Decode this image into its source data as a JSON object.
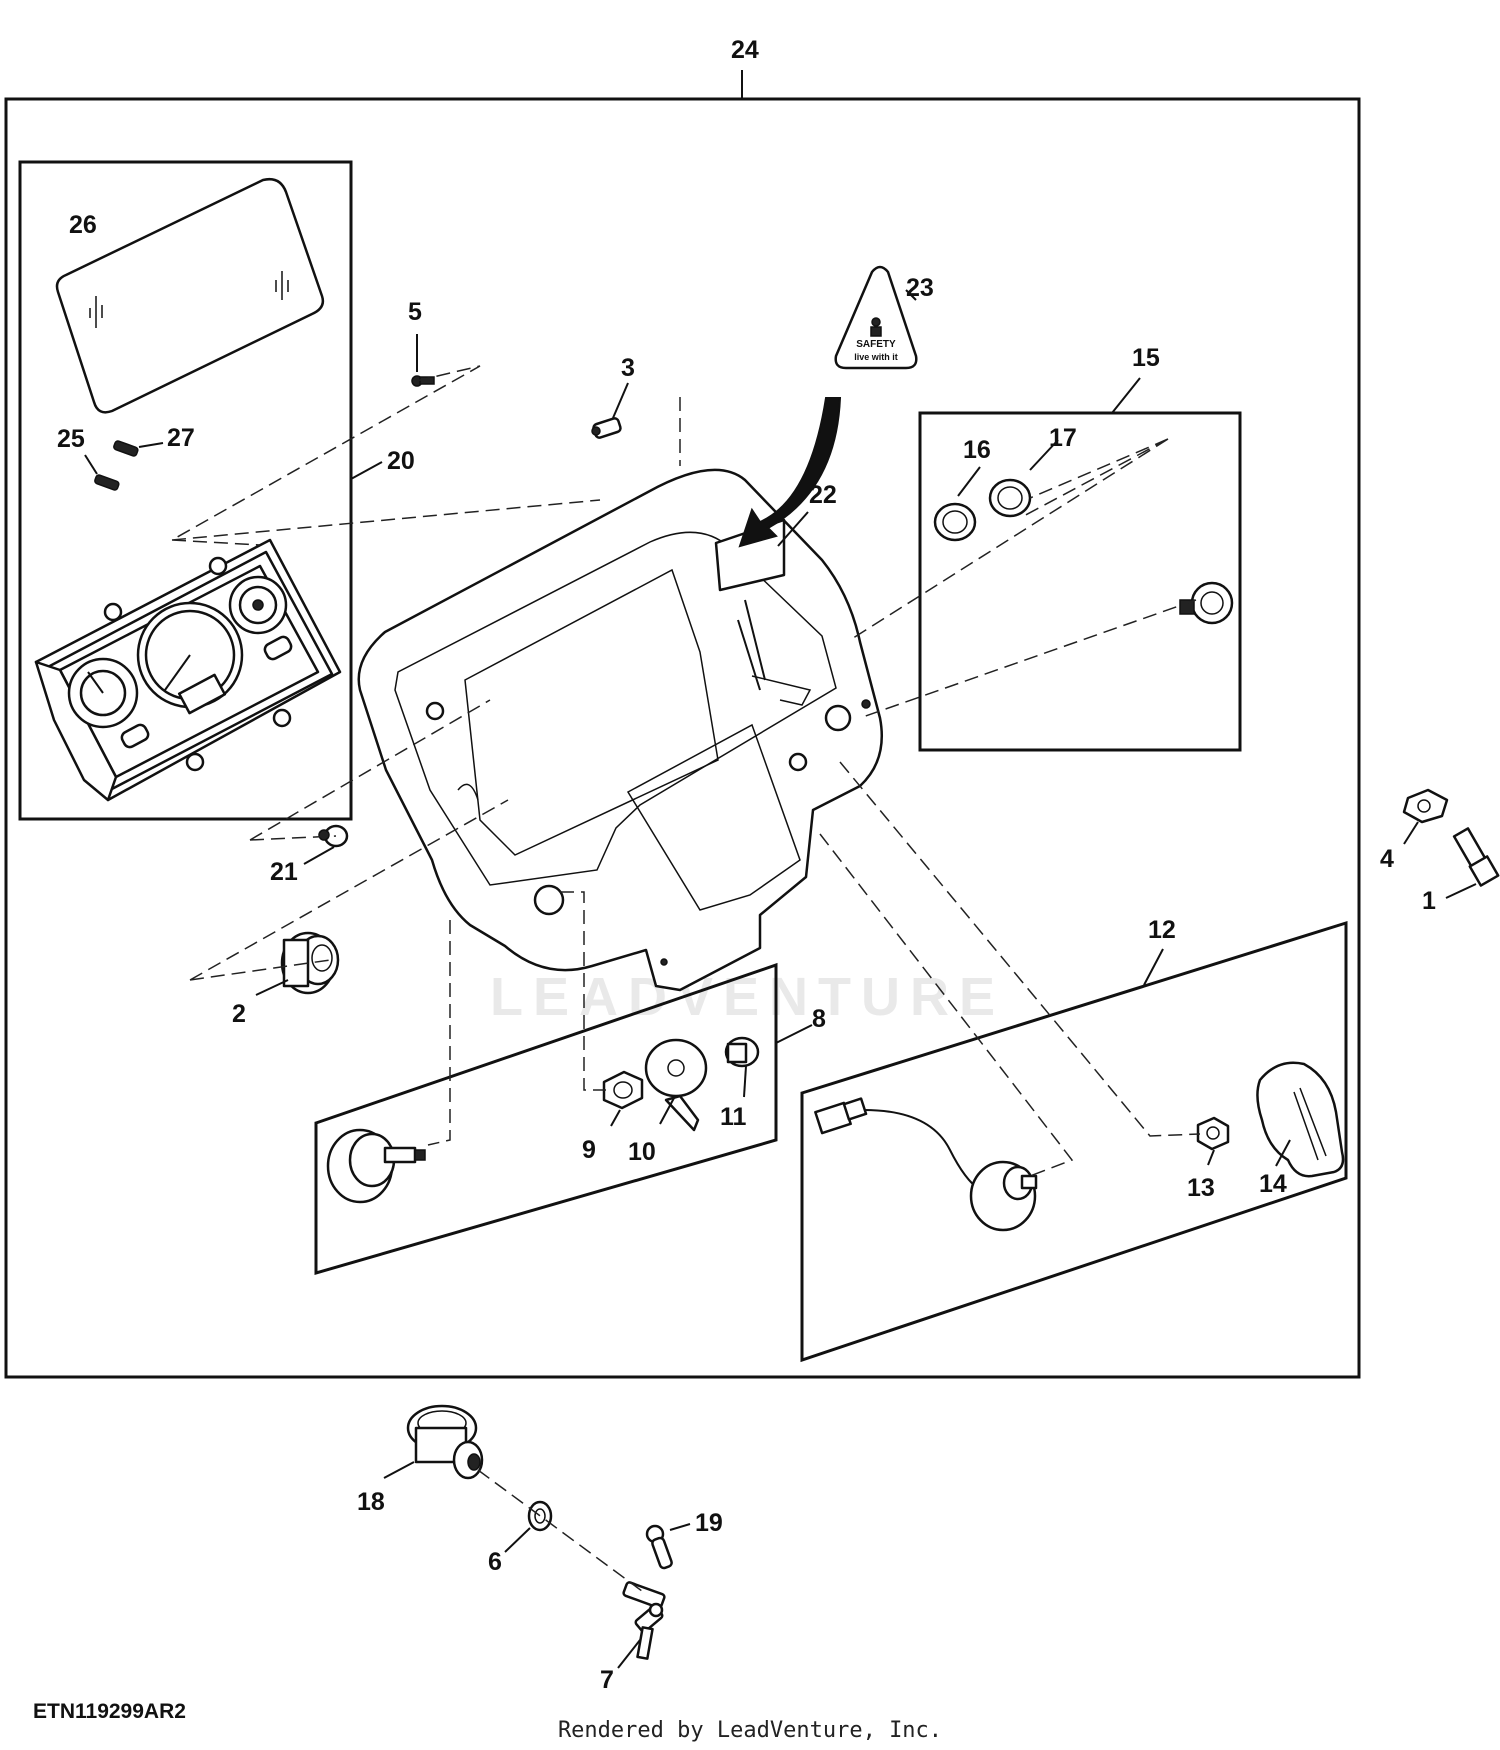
{
  "diagram": {
    "drawing_code": "ETN119299AR2",
    "footer": "Rendered by LeadVenture, Inc.",
    "watermark": "LEADVENTURE",
    "safety_decal": {
      "line1": "SAFETY",
      "line2": "live with it"
    },
    "callouts": {
      "c1": "1",
      "c2": "2",
      "c3": "3",
      "c4": "4",
      "c5": "5",
      "c6": "6",
      "c7": "7",
      "c8": "8",
      "c9": "9",
      "c10": "10",
      "c11": "11",
      "c12": "12",
      "c13": "13",
      "c14": "14",
      "c15": "15",
      "c16": "16",
      "c17": "17",
      "c18": "18",
      "c19": "19",
      "c20": "20",
      "c21": "21",
      "c22": "22",
      "c23": "23",
      "c24": "24",
      "c25": "25",
      "c26": "26",
      "c27": "27"
    }
  }
}
